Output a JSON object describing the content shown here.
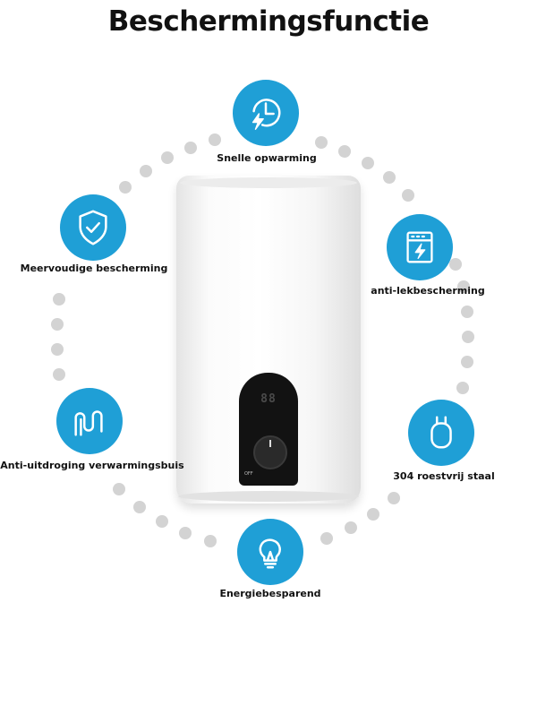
{
  "title": "Beschermingsfunctie",
  "features": [
    {
      "label": "Snelle opwarming",
      "icon": "clock-lightning-icon"
    },
    {
      "label": "Meervoudige bescherming",
      "icon": "shield-check-icon"
    },
    {
      "label": "anti-lekbescherming",
      "icon": "leak-protection-panel-icon"
    },
    {
      "label": "Anti-uitdroging verwarmingsbuis",
      "icon": "heating-tube-icon"
    },
    {
      "label": "304 roestvrij staal",
      "icon": "steel-tank-icon"
    },
    {
      "label": "Energiebesparend",
      "icon": "lightbulb-icon"
    }
  ],
  "heater": {
    "display": "88",
    "knob_label": "OFF"
  },
  "colors": {
    "badge": "#1f9fd6",
    "dots": "#d3d3d3",
    "panel": "#121212"
  }
}
